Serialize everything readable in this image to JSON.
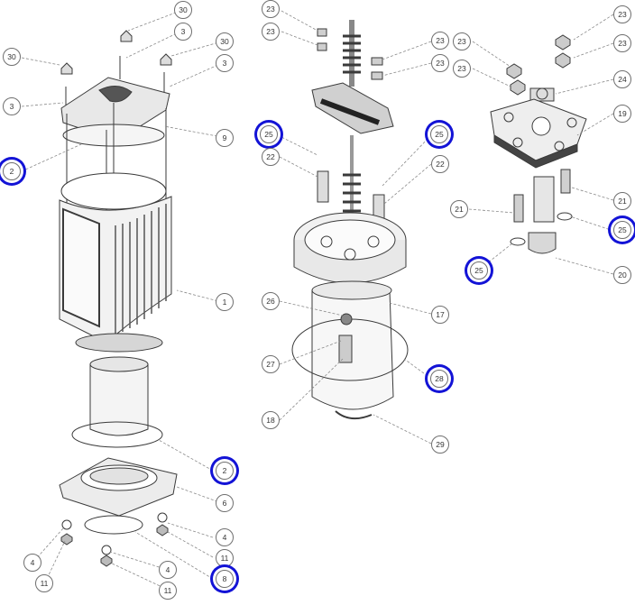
{
  "diagram": {
    "callouts": [
      {
        "id": "c30a",
        "label": "30",
        "highlight": false
      },
      {
        "id": "c3a",
        "label": "3",
        "highlight": false
      },
      {
        "id": "c30b",
        "label": "30",
        "highlight": false
      },
      {
        "id": "c30c",
        "label": "30",
        "highlight": false
      },
      {
        "id": "c3b",
        "label": "3",
        "highlight": false
      },
      {
        "id": "c3c",
        "label": "3",
        "highlight": false
      },
      {
        "id": "c9",
        "label": "9",
        "highlight": false
      },
      {
        "id": "c2a",
        "label": "2",
        "highlight": true
      },
      {
        "id": "c1",
        "label": "1",
        "highlight": false
      },
      {
        "id": "c2b",
        "label": "2",
        "highlight": true
      },
      {
        "id": "c6",
        "label": "6",
        "highlight": false
      },
      {
        "id": "c4a",
        "label": "4",
        "highlight": false
      },
      {
        "id": "c11a",
        "label": "11",
        "highlight": false
      },
      {
        "id": "c4b",
        "label": "4",
        "highlight": false
      },
      {
        "id": "c11b",
        "label": "11",
        "highlight": false
      },
      {
        "id": "c8",
        "label": "8",
        "highlight": true
      },
      {
        "id": "c4c",
        "label": "4",
        "highlight": false
      },
      {
        "id": "c11c",
        "label": "11",
        "highlight": false
      },
      {
        "id": "c23a",
        "label": "23",
        "highlight": false
      },
      {
        "id": "c23b",
        "label": "23",
        "highlight": false
      },
      {
        "id": "c23c",
        "label": "23",
        "highlight": false
      },
      {
        "id": "c23d",
        "label": "23",
        "highlight": false
      },
      {
        "id": "c25a",
        "label": "25",
        "highlight": true
      },
      {
        "id": "c25b",
        "label": "25",
        "highlight": true
      },
      {
        "id": "c22a",
        "label": "22",
        "highlight": false
      },
      {
        "id": "c22b",
        "label": "22",
        "highlight": false
      },
      {
        "id": "c26",
        "label": "26",
        "highlight": false
      },
      {
        "id": "c17",
        "label": "17",
        "highlight": false
      },
      {
        "id": "c27",
        "label": "27",
        "highlight": false
      },
      {
        "id": "c28",
        "label": "28",
        "highlight": true
      },
      {
        "id": "c18",
        "label": "18",
        "highlight": false
      },
      {
        "id": "c29",
        "label": "29",
        "highlight": false
      },
      {
        "id": "c23e",
        "label": "23",
        "highlight": false
      },
      {
        "id": "c23f",
        "label": "23",
        "highlight": false
      },
      {
        "id": "c23g",
        "label": "23",
        "highlight": false
      },
      {
        "id": "c23h",
        "label": "23",
        "highlight": false
      },
      {
        "id": "c24",
        "label": "24",
        "highlight": false
      },
      {
        "id": "c19",
        "label": "19",
        "highlight": false
      },
      {
        "id": "c21a",
        "label": "21",
        "highlight": false
      },
      {
        "id": "c21b",
        "label": "21",
        "highlight": false
      },
      {
        "id": "c25c",
        "label": "25",
        "highlight": true
      },
      {
        "id": "c25d",
        "label": "25",
        "highlight": true
      },
      {
        "id": "c20",
        "label": "20",
        "highlight": false
      }
    ],
    "colors": {
      "line": "#3a3a3a",
      "leader": "#8a8a8a",
      "highlight": "#1313d6",
      "fill_light": "#ededed",
      "fill_mid": "#c9c9c9",
      "fill_dark": "#4a4a4a"
    }
  }
}
